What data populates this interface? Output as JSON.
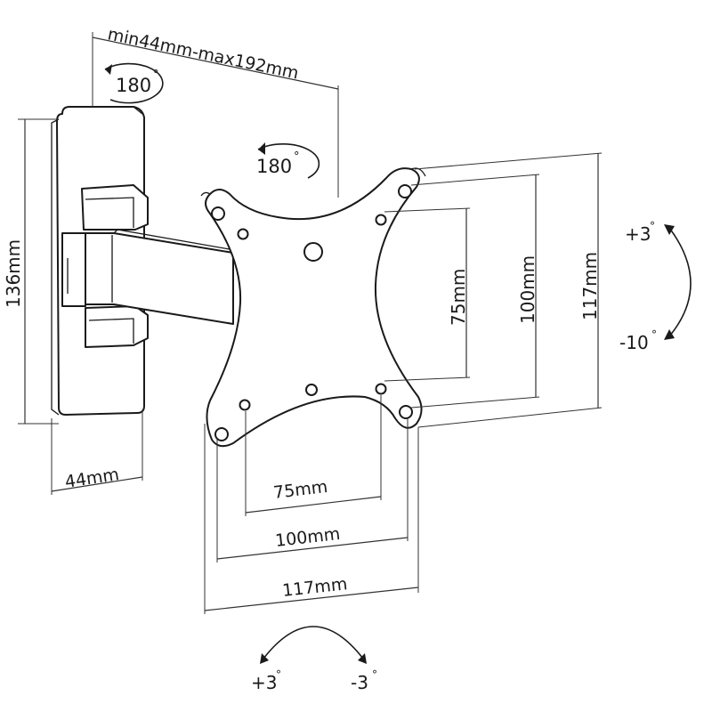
{
  "labels": {
    "arm_reach": "min44mm-max192mm",
    "swivel_wall": "180",
    "swivel_head": "180",
    "height_mount": "136mm",
    "width_mount": "44mm",
    "vesa_small_h": "75mm",
    "vesa_mid_h": "100mm",
    "plate_h": "117mm",
    "vesa_small_w": "75mm",
    "vesa_mid_w": "100mm",
    "plate_w": "117mm",
    "tilt_up": "+3",
    "tilt_down": "-10",
    "rotate_left": "+3",
    "rotate_right": "-3",
    "degree_symbol": "°"
  }
}
